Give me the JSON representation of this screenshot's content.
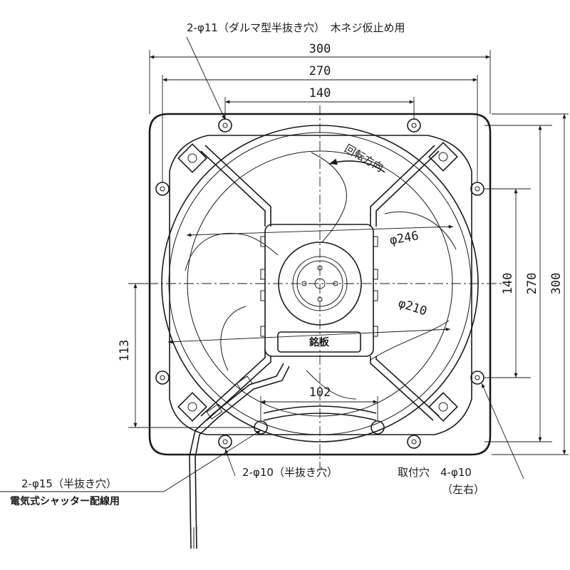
{
  "dimensions": {
    "width_300": "300",
    "width_270": "270",
    "width_140": "140",
    "height_140": "140",
    "height_270": "270",
    "height_300": "300",
    "left_113": "113",
    "bottom_102": "102",
    "dia_246": "φ246",
    "dia_210": "φ210"
  },
  "annotations": {
    "top_holes": "2-φ11（ダルマ型半抜き穴）　木ネジ仮止め用",
    "shutter_holes": "2-φ15（半抜き穴）",
    "shutter_wiring": "電気式シャッター配線用",
    "half_holes": "2-φ10（半抜き穴）",
    "mount_holes": "取付穴　4-φ10",
    "mount_side": "（左右）",
    "rotation": "回転方向",
    "nameplate": "銘板"
  }
}
